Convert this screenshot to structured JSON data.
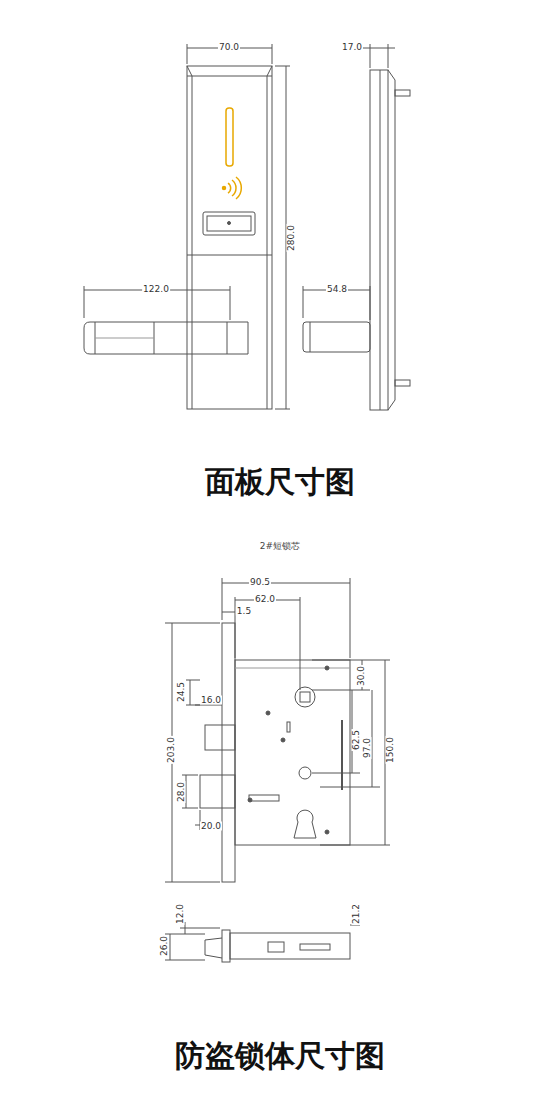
{
  "diagram": {
    "labels": [
      "70.0",
      "17.0",
      "280.0",
      "122.0",
      "54.8",
      "面板尺寸图",
      "2#短锁芯",
      "90.5",
      "62.0",
      "1.5",
      "24.5",
      "16.0",
      "30.0",
      "62.5",
      "97.0",
      "150.0",
      "203.0",
      "28.0",
      "20.0",
      "12.0",
      "21.2",
      "26.0",
      "防盗锁体尺寸图"
    ]
  }
}
